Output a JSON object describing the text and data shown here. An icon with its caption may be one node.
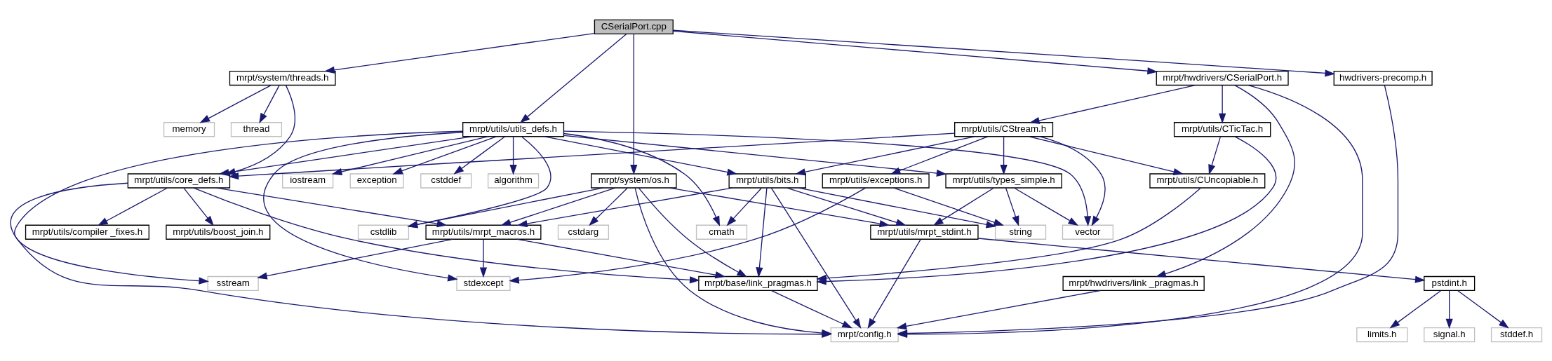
{
  "diagram": {
    "nodes": [
      {
        "text": [
          "CSerialPort.cpp"
        ]
      },
      {
        "text": [
          "hwdrivers-precomp.h"
        ]
      },
      {
        "text": [
          "mrpt/system/threads.h"
        ]
      },
      {
        "text": [
          "mrpt/hwdrivers/CSerialPort.h"
        ]
      },
      {
        "text": [
          "mrpt/utils/utils_defs.h"
        ]
      },
      {
        "text": [
          "memory"
        ]
      },
      {
        "text": [
          "thread"
        ]
      },
      {
        "text": [
          "mrpt/utils/CStream.h"
        ]
      },
      {
        "text": [
          "mrpt/utils/CTicTac.h"
        ]
      },
      {
        "text": [
          "mrpt/system/os.h"
        ]
      },
      {
        "text": [
          "cstddef"
        ]
      },
      {
        "text": [
          "algorithm"
        ]
      },
      {
        "text": [
          "iostream"
        ]
      },
      {
        "text": [
          "exception"
        ]
      },
      {
        "text": [
          "mrpt/utils/core_defs.h"
        ]
      },
      {
        "text": [
          "mrpt/utils/bits.h"
        ]
      },
      {
        "text": [
          "mrpt/utils/types_simple.h"
        ]
      },
      {
        "text": [
          "mrpt/utils/exceptions.h"
        ]
      },
      {
        "text": [
          "mrpt/utils/CUncopiable.h"
        ]
      },
      {
        "text": [
          "cstdlib"
        ]
      },
      {
        "text": [
          "cstdarg"
        ]
      },
      {
        "text": [
          "mrpt/utils/compiler _fixes.h"
        ]
      },
      {
        "text": [
          "mrpt/utils/boost_join.h"
        ]
      },
      {
        "text": [
          "mrpt/utils/mrpt_macros.h"
        ]
      },
      {
        "text": [
          "cmath"
        ]
      },
      {
        "text": [
          "mrpt/utils/mrpt_stdint.h"
        ]
      },
      {
        "text": [
          "string"
        ]
      },
      {
        "text": [
          "vector"
        ]
      },
      {
        "text": [
          "sstream"
        ]
      },
      {
        "text": [
          "stdexcept"
        ]
      },
      {
        "text": [
          "mrpt/base/link_pragmas.h"
        ]
      },
      {
        "text": [
          "mrpt/hwdrivers/link _pragmas.h"
        ]
      },
      {
        "text": [
          "pstdint.h"
        ]
      },
      {
        "text": [
          "mrpt/config.h"
        ]
      },
      {
        "text": [
          "stddef.h"
        ]
      },
      {
        "text": [
          "limits.h"
        ]
      },
      {
        "text": [
          "signal.h"
        ]
      }
    ],
    "edges": [
      {
        "from": 0,
        "to": 1,
        "arrow": "to"
      },
      {
        "from": 0,
        "to": 9,
        "arrow": "to"
      },
      {
        "from": 0,
        "to": 4,
        "arrow": "to"
      },
      {
        "from": 0,
        "to": 2,
        "arrow": "to"
      },
      {
        "from": 0,
        "to": 3,
        "arrow": "to"
      },
      {
        "from": 1,
        "to": 33,
        "arrow": "to"
      },
      {
        "from": 2,
        "to": 14,
        "arrow": "to"
      },
      {
        "from": 2,
        "to": 5,
        "arrow": "to"
      },
      {
        "from": 2,
        "to": 6,
        "arrow": "to"
      },
      {
        "from": 3,
        "to": 7,
        "arrow": "to"
      },
      {
        "from": 3,
        "to": 8,
        "arrow": "to"
      },
      {
        "from": 3,
        "to": 31,
        "arrow": "to"
      },
      {
        "from": 3,
        "to": 33,
        "arrow": "to"
      },
      {
        "from": 4,
        "to": 19,
        "arrow": "to"
      },
      {
        "from": 4,
        "to": 10,
        "arrow": "to"
      },
      {
        "from": 4,
        "to": 11,
        "arrow": "to"
      },
      {
        "from": 4,
        "to": 12,
        "arrow": "to"
      },
      {
        "from": 4,
        "to": 13,
        "arrow": "to"
      },
      {
        "from": 4,
        "to": 14,
        "arrow": "to"
      },
      {
        "from": 4,
        "to": 15,
        "arrow": "to"
      },
      {
        "from": 4,
        "to": 16,
        "arrow": "to"
      },
      {
        "from": 4,
        "to": 24,
        "arrow": "to"
      },
      {
        "from": 4,
        "to": 27,
        "arrow": "to"
      },
      {
        "from": 4,
        "to": 28,
        "arrow": "to"
      },
      {
        "from": 4,
        "to": 29,
        "arrow": "to"
      },
      {
        "from": 7,
        "to": 14,
        "arrow": "to"
      },
      {
        "from": 7,
        "to": 15,
        "arrow": "to"
      },
      {
        "from": 7,
        "to": 16,
        "arrow": "to"
      },
      {
        "from": 7,
        "to": 17,
        "arrow": "to"
      },
      {
        "from": 7,
        "to": 18,
        "arrow": "to"
      },
      {
        "from": 7,
        "to": 27,
        "arrow": "to"
      },
      {
        "from": 8,
        "to": 18,
        "arrow": "to"
      },
      {
        "from": 8,
        "to": 30,
        "arrow": "to"
      },
      {
        "from": 9,
        "to": 19,
        "arrow": "to"
      },
      {
        "from": 9,
        "to": 20,
        "arrow": "to"
      },
      {
        "from": 9,
        "to": 33,
        "arrow": "to"
      },
      {
        "from": 9,
        "to": 30,
        "arrow": "to"
      },
      {
        "from": 9,
        "to": 23,
        "arrow": "to"
      },
      {
        "from": 9,
        "to": 25,
        "arrow": "to"
      },
      {
        "from": 14,
        "to": 21,
        "arrow": "to"
      },
      {
        "from": 14,
        "to": 22,
        "arrow": "to"
      },
      {
        "from": 14,
        "to": 23,
        "arrow": "to"
      },
      {
        "from": 14,
        "to": 30,
        "arrow": "to"
      },
      {
        "from": 14,
        "to": 33,
        "arrow": "to"
      },
      {
        "from": 15,
        "to": 23,
        "arrow": "to"
      },
      {
        "from": 15,
        "to": 24,
        "arrow": "to"
      },
      {
        "from": 15,
        "to": 30,
        "arrow": "to"
      },
      {
        "from": 15,
        "to": 33,
        "arrow": "to"
      },
      {
        "from": 15,
        "to": 25,
        "arrow": "to"
      },
      {
        "from": 15,
        "to": 26,
        "arrow": "to"
      },
      {
        "from": 16,
        "to": 25,
        "arrow": "to"
      },
      {
        "from": 16,
        "to": 26,
        "arrow": "to"
      },
      {
        "from": 16,
        "to": 27,
        "arrow": "to"
      },
      {
        "from": 17,
        "to": 26,
        "arrow": "to"
      },
      {
        "from": 17,
        "to": 29,
        "arrow": "to"
      },
      {
        "from": 18,
        "to": 30,
        "arrow": "to"
      },
      {
        "from": 23,
        "to": 28,
        "arrow": "to"
      },
      {
        "from": 23,
        "to": 29,
        "arrow": "to"
      },
      {
        "from": 23,
        "to": 30,
        "arrow": "to"
      },
      {
        "from": 25,
        "to": 33,
        "arrow": "to"
      },
      {
        "from": 25,
        "to": 32,
        "arrow": "to"
      },
      {
        "from": 30,
        "to": 33,
        "arrow": "to"
      },
      {
        "from": 31,
        "to": 33,
        "arrow": "to"
      },
      {
        "from": 32,
        "to": 34,
        "arrow": "to"
      },
      {
        "from": 32,
        "to": 35,
        "arrow": "to"
      },
      {
        "from": 32,
        "to": 36,
        "arrow": "to"
      }
    ]
  }
}
